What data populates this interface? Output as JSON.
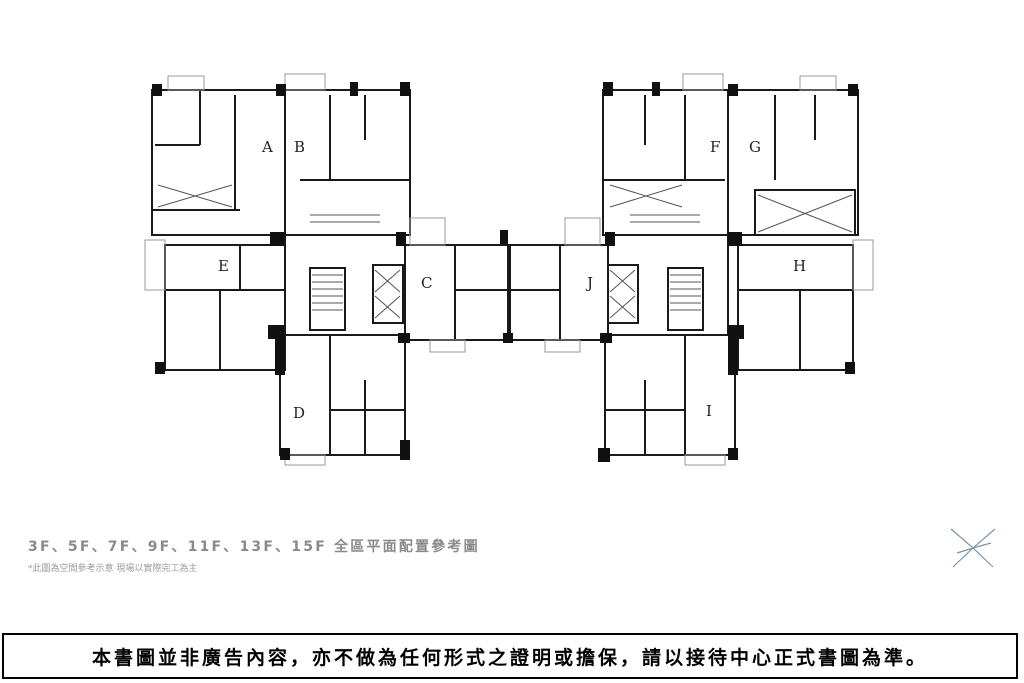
{
  "plan": {
    "units": [
      "A",
      "B",
      "C",
      "D",
      "E",
      "F",
      "G",
      "H",
      "I",
      "J"
    ]
  },
  "caption": "3F、5F、7F、9F、11F、13F、15F 全區平面配置參考圖",
  "note": "*此圖為空間參考示意 現場以實際完工為主",
  "disclaimer": "本書圖並非廣告內容，亦不做為任何形式之證明或擔保，請以接待中心正式書圖為準。",
  "logo_icon": "x-star-logo-icon"
}
